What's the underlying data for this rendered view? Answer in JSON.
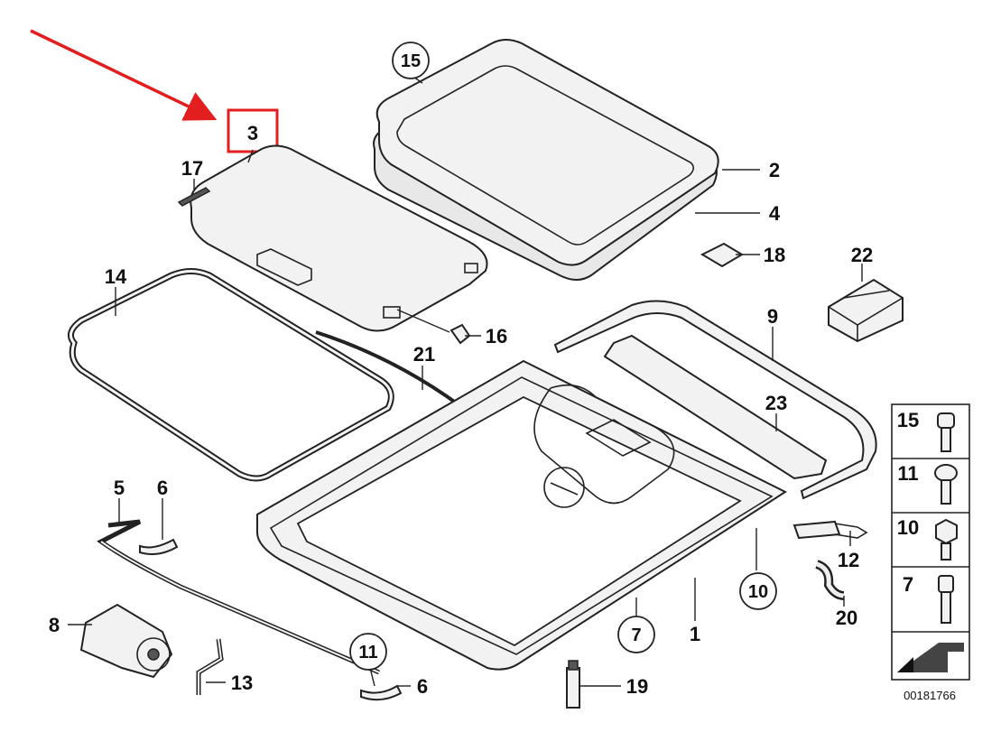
{
  "diagram": {
    "highlighted_label": "3",
    "callouts": [
      {
        "id": "c15",
        "label": "15",
        "circled": true
      },
      {
        "id": "c3",
        "label": "3",
        "circled": false
      },
      {
        "id": "c17",
        "label": "17",
        "circled": false
      },
      {
        "id": "c2",
        "label": "2",
        "circled": false
      },
      {
        "id": "c4",
        "label": "4",
        "circled": false
      },
      {
        "id": "c18",
        "label": "18",
        "circled": false
      },
      {
        "id": "c22",
        "label": "22",
        "circled": false
      },
      {
        "id": "c14",
        "label": "14",
        "circled": false
      },
      {
        "id": "c16",
        "label": "16",
        "circled": false
      },
      {
        "id": "c21",
        "label": "21",
        "circled": false
      },
      {
        "id": "c9",
        "label": "9",
        "circled": false
      },
      {
        "id": "c23",
        "label": "23",
        "circled": false
      },
      {
        "id": "c5",
        "label": "5",
        "circled": false
      },
      {
        "id": "c6a",
        "label": "6",
        "circled": false
      },
      {
        "id": "c12",
        "label": "12",
        "circled": false
      },
      {
        "id": "c10",
        "label": "10",
        "circled": true
      },
      {
        "id": "c20",
        "label": "20",
        "circled": false
      },
      {
        "id": "c8",
        "label": "8",
        "circled": false
      },
      {
        "id": "c7",
        "label": "7",
        "circled": true
      },
      {
        "id": "c1",
        "label": "1",
        "circled": false
      },
      {
        "id": "c11",
        "label": "11",
        "circled": true
      },
      {
        "id": "c13",
        "label": "13",
        "circled": false
      },
      {
        "id": "c6b",
        "label": "6",
        "circled": false
      },
      {
        "id": "c19",
        "label": "19",
        "circled": false
      }
    ],
    "fastener_table": [
      {
        "label": "15",
        "icon": "bolt-cap-icon"
      },
      {
        "label": "11",
        "icon": "bolt-round-head-icon"
      },
      {
        "label": "10",
        "icon": "bolt-hex-head-icon"
      },
      {
        "label": "7",
        "icon": "bolt-socket-head-icon"
      }
    ],
    "diagram_number": "00181766",
    "colors": {
      "highlight": "#e31e1e",
      "line": "#222222",
      "fill": "#f2f2f2"
    }
  }
}
